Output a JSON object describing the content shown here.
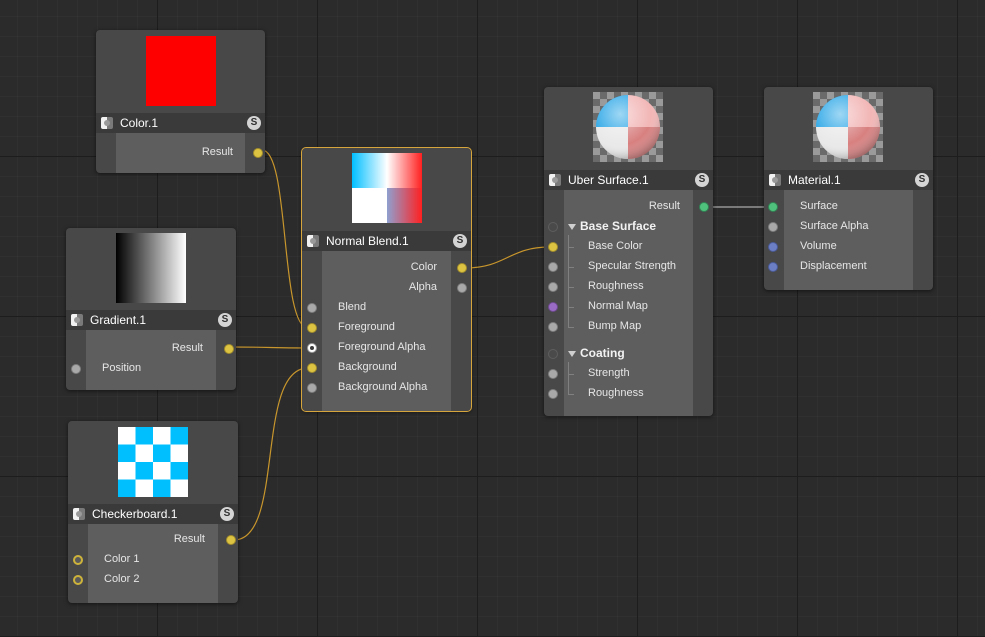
{
  "colors": {
    "wire_yellow": "#c8962c",
    "wire_white": "#c8c8c8",
    "accent_selected": "#d6a53c",
    "swatch_red": "#ff0000",
    "checker_blue": "#00bfff"
  },
  "nodes": {
    "color1": {
      "title": "Color.1",
      "solo": "S",
      "ports": {
        "result": "Result"
      }
    },
    "gradient1": {
      "title": "Gradient.1",
      "solo": "S",
      "ports": {
        "result": "Result",
        "position": "Position"
      }
    },
    "checkerboard1": {
      "title": "Checkerboard.1",
      "solo": "S",
      "ports": {
        "result": "Result",
        "color1": "Color 1",
        "color2": "Color 2"
      }
    },
    "normal_blend1": {
      "title": "Normal Blend.1",
      "solo": "S",
      "ports": {
        "color": "Color",
        "alpha": "Alpha",
        "blend": "Blend",
        "foreground": "Foreground",
        "foreground_alpha": "Foreground Alpha",
        "background": "Background",
        "background_alpha": "Background Alpha"
      }
    },
    "uber_surface1": {
      "title": "Uber Surface.1",
      "solo": "S",
      "ports": {
        "result": "Result",
        "base_surface": "Base Surface",
        "base_color": "Base Color",
        "specular_strength": "Specular Strength",
        "roughness": "Roughness",
        "normal_map": "Normal Map",
        "bump_map": "Bump Map",
        "coating": "Coating",
        "strength": "Strength",
        "coating_roughness": "Roughness"
      }
    },
    "material1": {
      "title": "Material.1",
      "solo": "S",
      "ports": {
        "surface": "Surface",
        "surface_alpha": "Surface Alpha",
        "volume": "Volume",
        "displacement": "Displacement"
      }
    }
  }
}
